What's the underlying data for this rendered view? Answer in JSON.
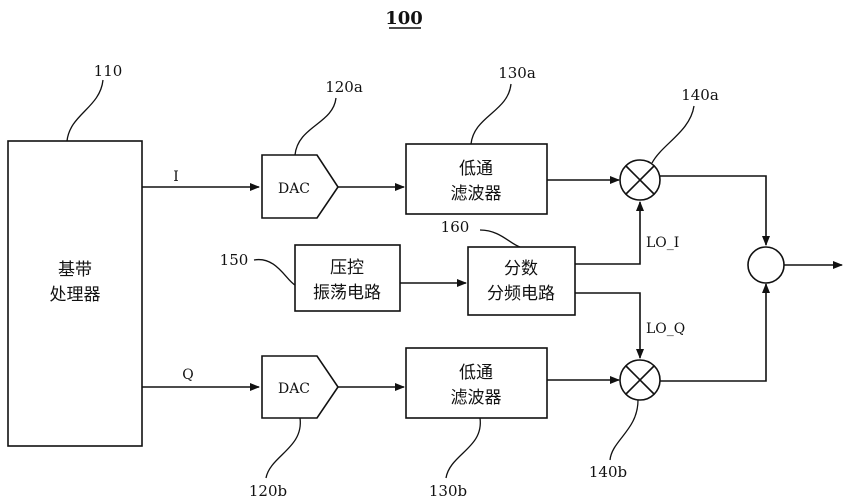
{
  "figure_number": "100",
  "blocks": {
    "baseband": {
      "label_line1": "基带",
      "label_line2": "处理器",
      "ref": "110"
    },
    "dac_i": {
      "label": "DAC",
      "ref": "120a"
    },
    "dac_q": {
      "label": "DAC",
      "ref": "120b"
    },
    "lpf_i": {
      "label_line1": "低通",
      "label_line2": "滤波器",
      "ref": "130a"
    },
    "lpf_q": {
      "label_line1": "低通",
      "label_line2": "滤波器",
      "ref": "130b"
    },
    "mixer_i": {
      "ref": "140a"
    },
    "mixer_q": {
      "ref": "140b"
    },
    "vco": {
      "label_line1": "压控",
      "label_line2": "振荡电路",
      "ref": "150"
    },
    "divider": {
      "label_line1": "分数",
      "label_line2": "分频电路",
      "ref": "160"
    }
  },
  "signals": {
    "i": "I",
    "q": "Q",
    "lo_i": "LO_I",
    "lo_q": "LO_Q"
  },
  "colors": {
    "line": "#111111",
    "background": "#ffffff"
  }
}
